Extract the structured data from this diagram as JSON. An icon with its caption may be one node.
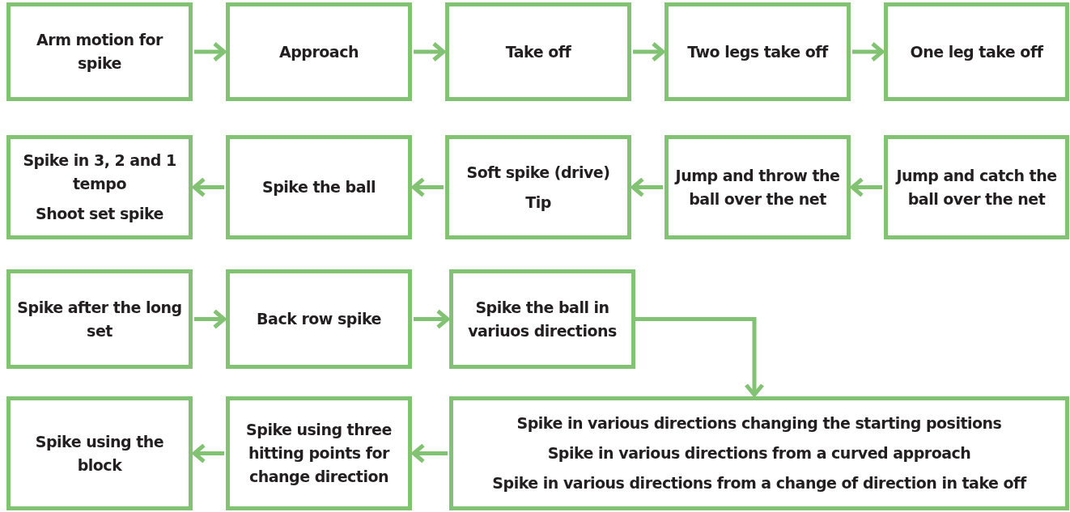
{
  "diagram": {
    "nodes": [
      {
        "text": [
          "Arm motion for spike"
        ]
      },
      {
        "text": [
          "Approach"
        ]
      },
      {
        "text": [
          "Take off"
        ]
      },
      {
        "text": [
          "Two legs take off"
        ]
      },
      {
        "text": [
          "One leg take off"
        ]
      },
      {
        "text": [
          "Spike in 3, 2 and 1 tempo",
          "Shoot set spike"
        ]
      },
      {
        "text": [
          "Spike the ball"
        ]
      },
      {
        "text": [
          "Soft spike (drive)",
          "Tip"
        ]
      },
      {
        "text": [
          "Jump and throw the ball over the net"
        ]
      },
      {
        "text": [
          "Jump and catch the ball over the net"
        ]
      },
      {
        "text": [
          "Spike after the long set"
        ]
      },
      {
        "text": [
          "Back row spike"
        ]
      },
      {
        "text": [
          "Spike the ball in variuos directions"
        ]
      },
      {
        "text": [
          "Spike using the block"
        ]
      },
      {
        "text": [
          "Spike using three hitting points for change direction"
        ]
      },
      {
        "text": [
          "Spike in various directions changing the starting positions",
          "Spike in various directions from a curved approach",
          "Spike in various directions from a change of direction in take off"
        ]
      }
    ],
    "edges": [
      {
        "from": 0,
        "to": 1,
        "arrow": "to"
      },
      {
        "from": 1,
        "to": 2,
        "arrow": "to"
      },
      {
        "from": 2,
        "to": 3,
        "arrow": "to"
      },
      {
        "from": 3,
        "to": 4,
        "arrow": "to"
      },
      {
        "from": 9,
        "to": 8,
        "arrow": "to"
      },
      {
        "from": 8,
        "to": 7,
        "arrow": "to"
      },
      {
        "from": 7,
        "to": 6,
        "arrow": "to"
      },
      {
        "from": 6,
        "to": 5,
        "arrow": "to"
      },
      {
        "from": 10,
        "to": 11,
        "arrow": "to"
      },
      {
        "from": 11,
        "to": 12,
        "arrow": "to"
      },
      {
        "from": 12,
        "to": 15,
        "arrow": "to"
      },
      {
        "from": 15,
        "to": 14,
        "arrow": "to"
      },
      {
        "from": 14,
        "to": 13,
        "arrow": "to"
      }
    ]
  }
}
